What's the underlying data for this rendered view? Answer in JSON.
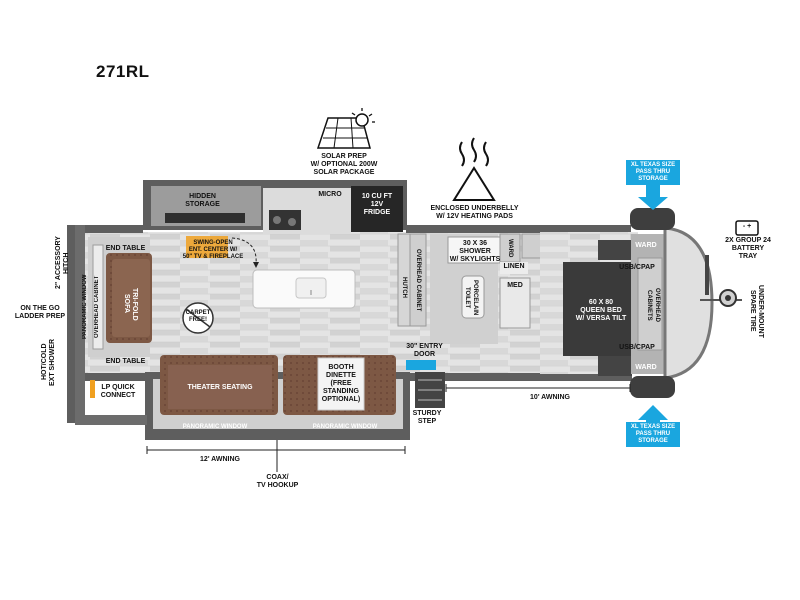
{
  "model": "271RL",
  "labels": {
    "solar": "SOLAR PREP\nW/ OPTIONAL 200W\nSOLAR PACKAGE",
    "underbelly": "ENCLOSED UNDERBELLY\nW/ 12V HEATING PADS",
    "xl_top": "XL TEXAS SIZE\nPASS THRU\nSTORAGE",
    "xl_bottom": "XL TEXAS SIZE\nPASS THRU\nSTORAGE",
    "battery": "2X GROUP 24\nBATTERY\nTRAY",
    "spare_tire": "UNDER-MOUNT\nSPARE TIRE",
    "accessory_hitch": "2\" ACCESSORY\nHITCH",
    "ladder": "ON THE GO\nLADDER PREP",
    "ext_shower": "HOT/COLD\nEXT SHOWER",
    "lp_connect": "LP QUICK\nCONNECT",
    "awning_12": "12' AWNING",
    "awning_10": "10' AWNING",
    "coax": "COAX/\nTV HOOKUP",
    "sturdy_step": "STURDY\nSTEP",
    "entry_door": "30\" ENTRY\nDOOR",
    "hidden_storage": "HIDDEN\nSTORAGE",
    "micro": "MICRO",
    "fridge": "10 CU FT\n12V\nFRIDGE",
    "ent_center": "SWING-OPEN\nENT. CENTER W/\n50\" TV & FIREPLACE",
    "end_table_top": "END TABLE",
    "end_table_bottom": "END TABLE",
    "sofa": "TRI-FOLD\nSOFA",
    "panoramic_left": "PANORAMIC WINDOW",
    "overhead_left": "OVERHEAD CABINET",
    "carpet_free": "CARPET\nFREE!",
    "theater": "THEATER SEATING",
    "dinette": "BOOTH\nDINETTE\n(FREE\nSTANDING\nOPTIONAL)",
    "panoramic_bottom_1": "PANORAMIC WINDOW",
    "panoramic_bottom_2": "PANORAMIC WINDOW",
    "overhead_mid": "OVERHEAD CABINET",
    "hutch": "HUTCH",
    "shower": "30 X 36\nSHOWER\nW/ SKYLIGHTS",
    "ward_bath": "WARD",
    "linen": "LINEN",
    "toilet": "PORCELAIN\nTOILET",
    "med": "MED",
    "ward_top": "WARD",
    "ward_bottom": "WARD",
    "usb_top": "USB/CPAP",
    "usb_bottom": "USB/CPAP",
    "bed": "60 X 80\nQUEEN BED\nW/ VERSA TILT",
    "overhead_bed": "OVERHEAD\nCABINETS",
    "battery_symbol": "- +"
  },
  "colors": {
    "wall": "#5f5f5f",
    "sofa": "#7a5540",
    "blue": "#1aa6df",
    "orange": "#f0a020",
    "bed": "#3a3a3a",
    "fridge": "#2a2a2a"
  },
  "icons": [
    "sun-icon",
    "solar-panel-icon",
    "heat-waves-icon",
    "battery-icon",
    "arrow-down-icon",
    "arrow-up-icon",
    "spare-tire-icon",
    "carpet-free-badge-icon"
  ]
}
